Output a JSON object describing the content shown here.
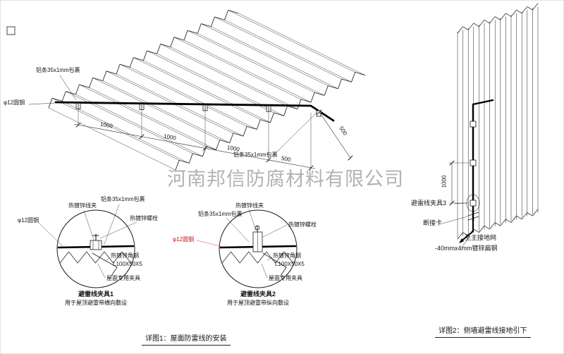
{
  "watermark": "河南邦信防腐材料有限公司",
  "roof": {
    "label_alu_top": "铝条35x1mm包裹",
    "label_round_steel": "φ12圆钢",
    "label_alu_right": "铝条35x1mm包裹",
    "dims": [
      "1000",
      "1000",
      "1000",
      "500"
    ],
    "dim_right": "500"
  },
  "detail1": {
    "title": "避雷线夹具1",
    "subtitle": "用于屋顶避雷带横向敷设",
    "labels": {
      "clamp": "热镀锌线夹",
      "alu": "铝条35x1mm包裹",
      "bolt": "热镀锌螺栓",
      "round_steel": "φ12圆钢",
      "angle_steel": "热镀锌角钢",
      "angle_spec": "L100X50X5",
      "roof_clamp": "屋面专用夹具"
    }
  },
  "detail2": {
    "title": "避雷线夹具2",
    "subtitle": "用于屋顶避雷带纵向敷设",
    "labels": {
      "clamp": "热镀锌线夹",
      "alu": "铝条35x1mm包裹",
      "bolt": "热镀锌螺栓",
      "round_steel": "φ12圆钢",
      "angle_steel": "热镀锌角钢",
      "angle_spec": "L100X50X5",
      "roof_clamp": "屋面专用夹具"
    }
  },
  "wall": {
    "dim": "1000",
    "label_clamp3": "避雷线夹具3",
    "label_disconnect": "断接卡",
    "label_ground": "至主接地网",
    "label_flat_steel": "-40mmx4mm镀锌扁钢"
  },
  "captions": {
    "c1": "详图1：屋面防雷线的安装",
    "c2": "详图2：侧墙避雷线接地引下"
  },
  "colors": {
    "line": "#1a1a1a",
    "accent_red": "#cc1111",
    "watermark_gray": "#8f8f8f"
  }
}
